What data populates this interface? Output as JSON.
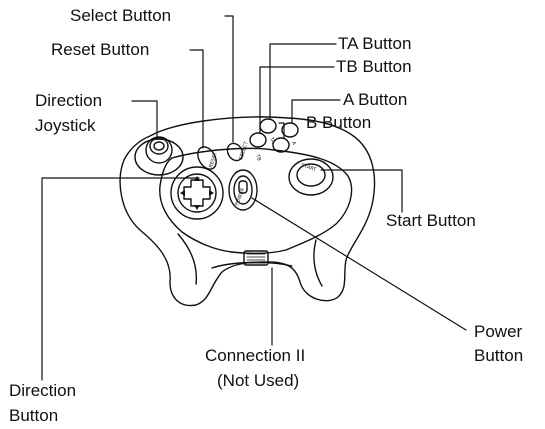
{
  "labels": {
    "select_button": "Select Button",
    "reset_button": "Reset Button",
    "ta_button": "TA Button",
    "tb_button": "TB Button",
    "a_button": "A Button",
    "b_button": "B Button",
    "direction_joystick_line1": "Direction",
    "direction_joystick_line2": "Joystick",
    "start_button": "Start Button",
    "power_button_line1": "Power",
    "power_button_line2": "Button",
    "connection_line1": "Connection II",
    "connection_line2": "(Not Used)",
    "direction_button_line1": "Direction",
    "direction_button_line2": "Button"
  },
  "controller_markings": {
    "reset": "RESET",
    "select": "SELECT",
    "tb": "TB",
    "ta": "TA",
    "a": "A",
    "start": "START",
    "power": "POWER"
  },
  "colors": {
    "line": "#111111",
    "fill": "#ffffff"
  }
}
